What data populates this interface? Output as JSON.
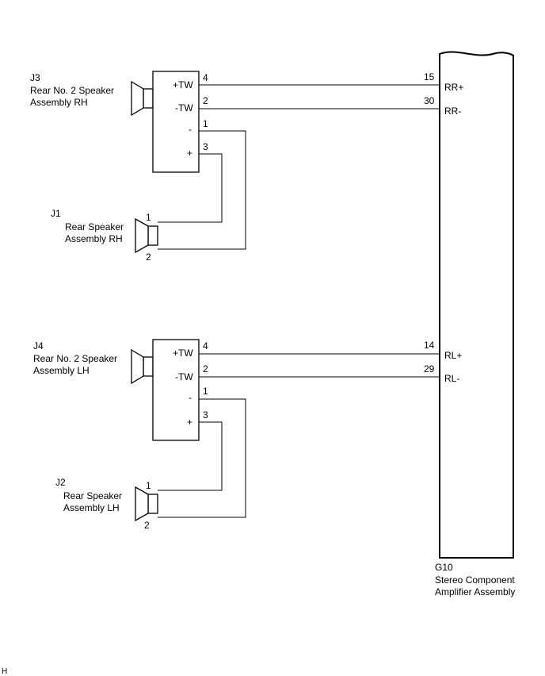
{
  "amplifier": {
    "code": "G10",
    "name_line1": "Stereo Component",
    "name_line2": "Amplifier Assembly",
    "pins": {
      "rr_plus": "15",
      "rr_minus": "30",
      "rl_plus": "14",
      "rl_minus": "29"
    },
    "terminals": {
      "rr_plus": "RR+",
      "rr_minus": "RR-",
      "rl_plus": "RL+",
      "rl_minus": "RL-"
    }
  },
  "rh_tweeter": {
    "code": "J3",
    "name_line1": "Rear No. 2 Speaker",
    "name_line2": "Assembly RH",
    "terminals": {
      "tw_plus": "+TW",
      "tw_minus": "-TW",
      "minus": "-",
      "plus": "+"
    },
    "pins": {
      "tw_plus": "4",
      "tw_minus": "2",
      "minus": "1",
      "plus": "3"
    }
  },
  "rh_speaker": {
    "code": "J1",
    "name_line1": "Rear Speaker",
    "name_line2": "Assembly RH",
    "pins": {
      "p1": "1",
      "p2": "2"
    }
  },
  "lh_tweeter": {
    "code": "J4",
    "name_line1": "Rear No. 2 Speaker",
    "name_line2": "Assembly LH",
    "terminals": {
      "tw_plus": "+TW",
      "tw_minus": "-TW",
      "minus": "-",
      "plus": "+"
    },
    "pins": {
      "tw_plus": "4",
      "tw_minus": "2",
      "minus": "1",
      "plus": "3"
    }
  },
  "lh_speaker": {
    "code": "J2",
    "name_line1": "Rear Speaker",
    "name_line2": "Assembly LH",
    "pins": {
      "p1": "1",
      "p2": "2"
    }
  },
  "footer_mark": "H"
}
